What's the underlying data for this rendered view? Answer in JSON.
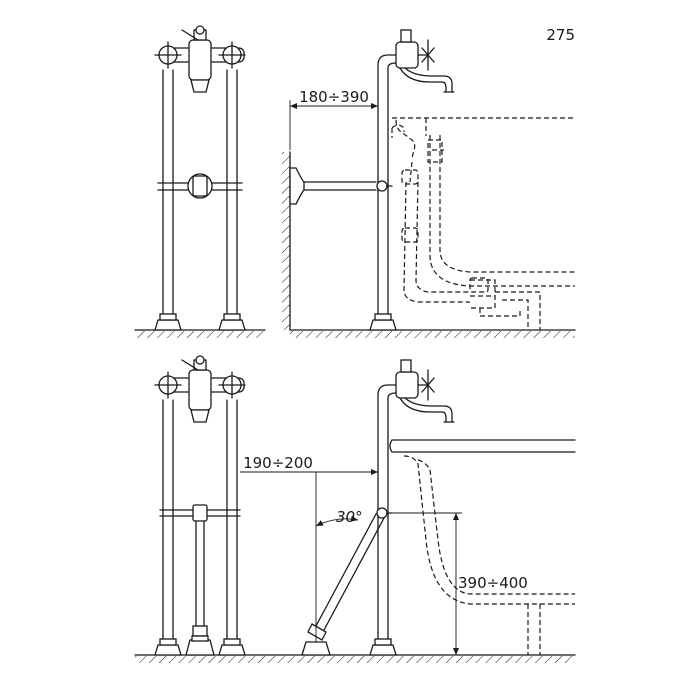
{
  "page_number": "275",
  "dimensions": {
    "top_wall_distance": "180÷390",
    "bottom_horizontal_distance": "190÷200",
    "bottom_angle": "30°",
    "bottom_height": "390÷400"
  }
}
